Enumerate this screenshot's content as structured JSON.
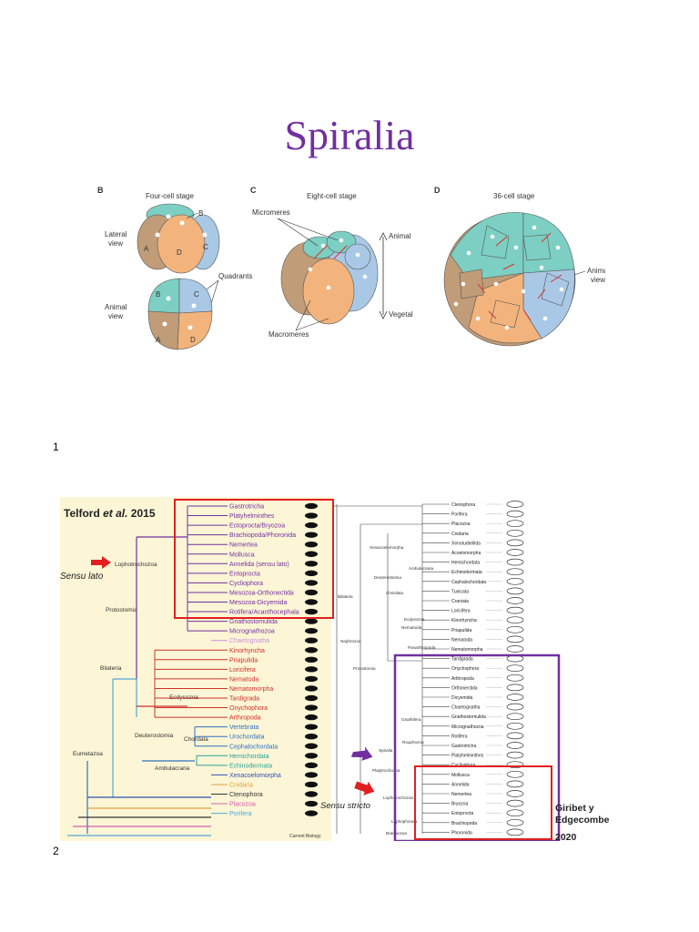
{
  "page": {
    "title": "Spiralia",
    "figure1_number": "1",
    "figure2_number": "2",
    "colors": {
      "title": "#7030a0"
    }
  },
  "figure1": {
    "panel_b": {
      "letter": "B",
      "heading": "Four-cell stage",
      "label_lateral_1": "Lateral",
      "label_lateral_2": "view",
      "label_animal_1": "Animal",
      "label_animal_2": "view",
      "label_quadrants": "Quadrants",
      "cells_lateral": {
        "a": "A",
        "b": "B",
        "c": "C",
        "d": "D"
      },
      "cells_animal": {
        "a": "A",
        "b": "B",
        "c": "C",
        "d": "D"
      }
    },
    "panel_c": {
      "letter": "C",
      "heading": "Eight-cell stage",
      "label_micromeres": "Micromeres",
      "label_macromeres": "Macromeres",
      "label_animal": "Animal",
      "label_vegetal": "Vegetal"
    },
    "panel_d": {
      "letter": "D",
      "heading": "36-cell stage",
      "label_animal_view_1": "Animal",
      "label_animal_view_2": "view"
    },
    "colors": {
      "teal": "#7ccfc2",
      "blue": "#a9c8e6",
      "brown": "#c19c78",
      "orange": "#f2b47c",
      "arrow": "#d9302c"
    }
  },
  "figure2": {
    "left": {
      "title_prefix": "Telford ",
      "title_italic": "et al.",
      "title_suffix": " 2015",
      "sensu_lato": "Sensu lato",
      "credit": "Current Biology",
      "clade_labels": {
        "lophotrochozoa": "Lophotrochozoa",
        "protostomia": "Protostomia",
        "bilateria": "Bilateria",
        "ecdysozoa": "Ecdysozoa",
        "eumetazoa": "Eumetazoa",
        "deuterostomia": "Deuterostomia",
        "chordata": "Chordata",
        "ambulacraria": "Ambulacraria"
      },
      "taxa": [
        {
          "name": "Gastrotricha",
          "color": "#7030a0"
        },
        {
          "name": "Platyhelminthes",
          "color": "#7030a0"
        },
        {
          "name": "Ectoprocta/Bryozoa",
          "color": "#7030a0"
        },
        {
          "name": "Brachiopoda/Phoronida",
          "color": "#7030a0"
        },
        {
          "name": "Nemertea",
          "color": "#7030a0"
        },
        {
          "name": "Mollusca",
          "color": "#7030a0"
        },
        {
          "name": "Annelida (sensu lato)",
          "color": "#7030a0"
        },
        {
          "name": "Entoprocta",
          "color": "#7030a0"
        },
        {
          "name": "Cycliophora",
          "color": "#7030a0"
        },
        {
          "name": "Mesozoa-Orthonectida",
          "color": "#7030a0"
        },
        {
          "name": "Mesozoa-Dicyemida",
          "color": "#7030a0"
        },
        {
          "name": "Rotifera/Acanthocephala",
          "color": "#7030a0"
        },
        {
          "name": "Gnathostomulida",
          "color": "#7030a0"
        },
        {
          "name": "Micrognathozoa",
          "color": "#7030a0"
        },
        {
          "name": "Chaetognatha",
          "color": "#c890e0"
        },
        {
          "name": "Kinorhyncha",
          "color": "#d0302a"
        },
        {
          "name": "Priapulida",
          "color": "#d0302a"
        },
        {
          "name": "Loricifera",
          "color": "#d0302a"
        },
        {
          "name": "Nematoda",
          "color": "#d0302a"
        },
        {
          "name": "Nematomorpha",
          "color": "#d0302a"
        },
        {
          "name": "Tardigrada",
          "color": "#d0302a"
        },
        {
          "name": "Onychophora",
          "color": "#d0302a"
        },
        {
          "name": "Arthropoda",
          "color": "#d0302a"
        },
        {
          "name": "Vertebrata",
          "color": "#2f6fc0"
        },
        {
          "name": "Urochordata",
          "color": "#2f6fc0"
        },
        {
          "name": "Cephalochordata",
          "color": "#2f6fc0"
        },
        {
          "name": "Hemichordata",
          "color": "#2aa098"
        },
        {
          "name": "Echinodermata",
          "color": "#2aa098"
        },
        {
          "name": "Xenacoelomorpha",
          "color": "#2f4fb0"
        },
        {
          "name": "Cnidaria",
          "color": "#e0a040"
        },
        {
          "name": "Ctenophora",
          "color": "#333333"
        },
        {
          "name": "Placozoa",
          "color": "#d060b0"
        },
        {
          "name": "Porifera",
          "color": "#50a8d8"
        }
      ]
    },
    "right": {
      "sensu_stricto": "Sensu stricto",
      "author_line1": "Giribet y",
      "author_line2": "Edgecombe",
      "author_line3": "2020",
      "clade_labels": {
        "xenacoelomorpha": "Xenacoelomorpha",
        "ambulacraria": "Ambulacraria",
        "deuterostomia": "Deuterostomia",
        "chordata": "Chordata",
        "bilateria": "Bilateria",
        "ecdysozoa": "Ecdysozoa",
        "nematoida": "Nematoida",
        "nephrozoa": "Nephrozoa",
        "panarthropoda": "Panarthropoda",
        "protostomia": "Protostomia",
        "gnathifera": "Gnathifera",
        "spiralia": "Spiralia",
        "rouphozoa": "Rouphozoa",
        "platytrochozoa": "Platytrochozoa",
        "lophotrochozoa": "Lophotrochozoa",
        "lophophorata": "Lophophorata",
        "brachiozoa": "Brachiozoa"
      },
      "taxa": [
        "Ctenophora",
        "Porifera",
        "Placozoa",
        "Cnidaria",
        "Xenoturbellida",
        "Acoelomorpha",
        "Hemichordata",
        "Echinodermata",
        "Cephalochordata",
        "Tunicata",
        "Craniata",
        "Loricifera",
        "Kinorhyncha",
        "Priapulida",
        "Nematoda",
        "Nematomorpha",
        "Tardigrada",
        "Onychophora",
        "Arthropoda",
        "Orthonectida",
        "Dicyemida",
        "Chaetognatha",
        "Gnathostomulida",
        "Micrognathozoa",
        "Rotifera",
        "Gastrotricha",
        "Platyhelminthes",
        "Cycliophora",
        "Mollusca",
        "Annelida",
        "Nemertea",
        "Bryozoa",
        "Entoprocta",
        "Brachiopoda",
        "Phoronida"
      ]
    },
    "colors": {
      "left_bg": "#fdf6d6",
      "red_box": "#e02020",
      "purple_box": "#7030a0",
      "arrow_red": "#e02020",
      "arrow_purple": "#7030a0"
    }
  }
}
